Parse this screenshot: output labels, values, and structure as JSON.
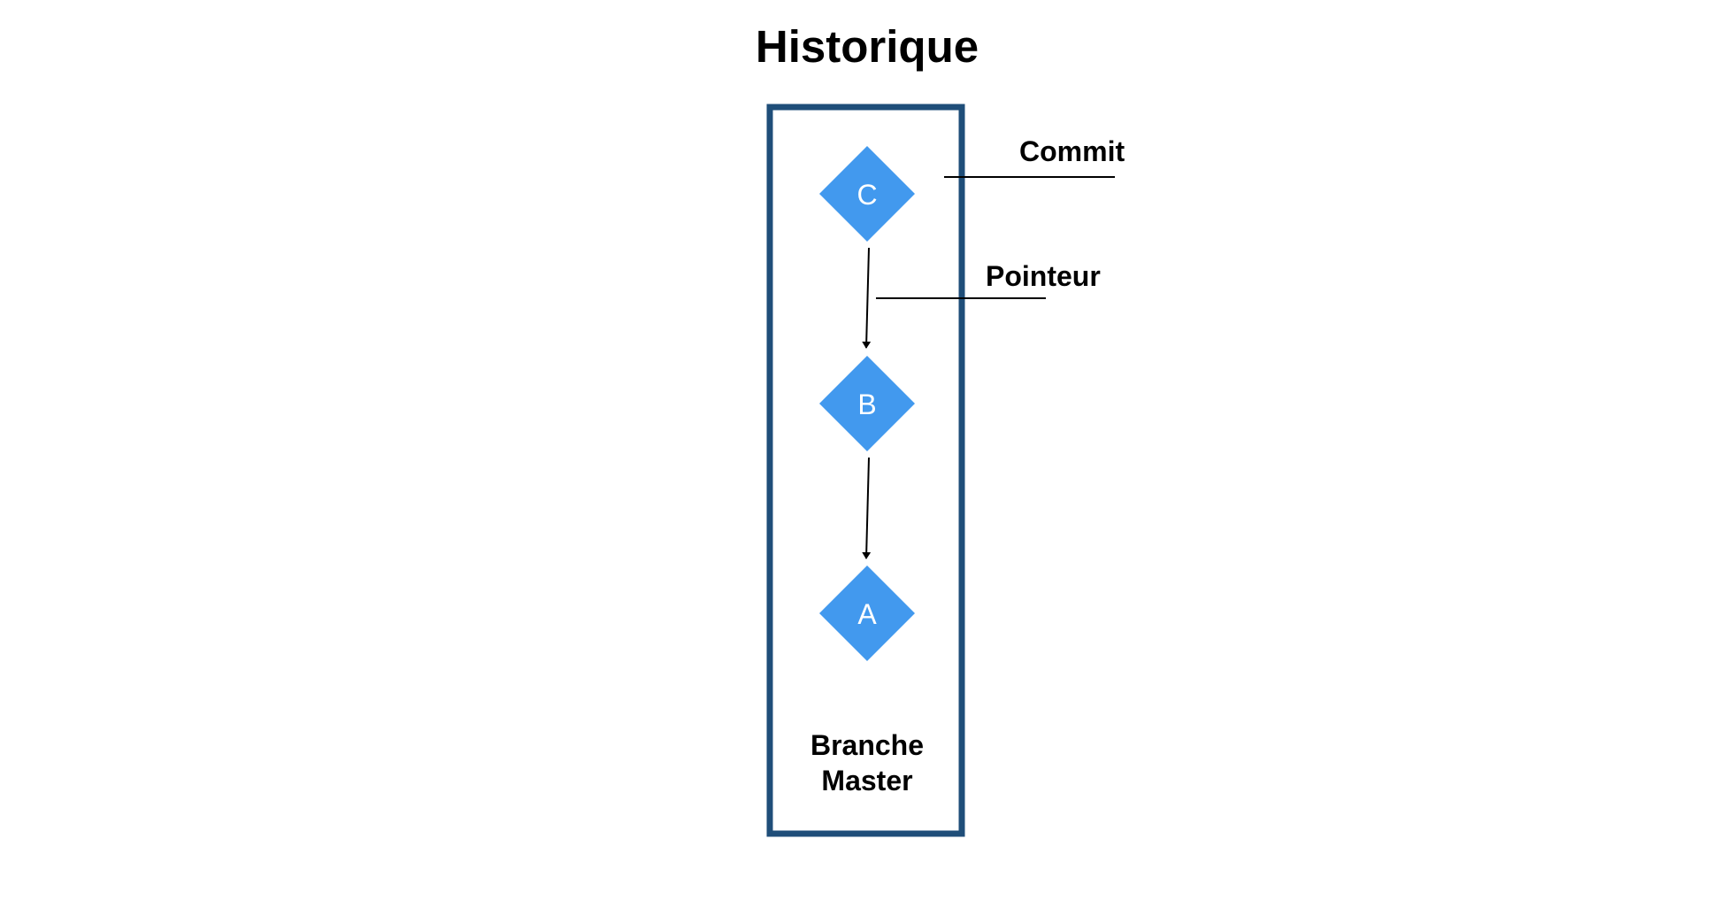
{
  "title": "Historique",
  "branch": {
    "label_line1": "Branche",
    "label_line2": "Master"
  },
  "nodes": [
    {
      "id": "C",
      "label": "C"
    },
    {
      "id": "B",
      "label": "B"
    },
    {
      "id": "A",
      "label": "A"
    }
  ],
  "edges": [
    {
      "from": "C",
      "to": "B"
    },
    {
      "from": "B",
      "to": "A"
    }
  ],
  "annotations": {
    "commit": "Commit",
    "pointer": "Pointeur"
  },
  "colors": {
    "frame": "#1f4e79",
    "node": "#4299ee",
    "node_text": "#ffffff",
    "text": "#000000",
    "line": "#000000",
    "background": "#ffffff"
  }
}
